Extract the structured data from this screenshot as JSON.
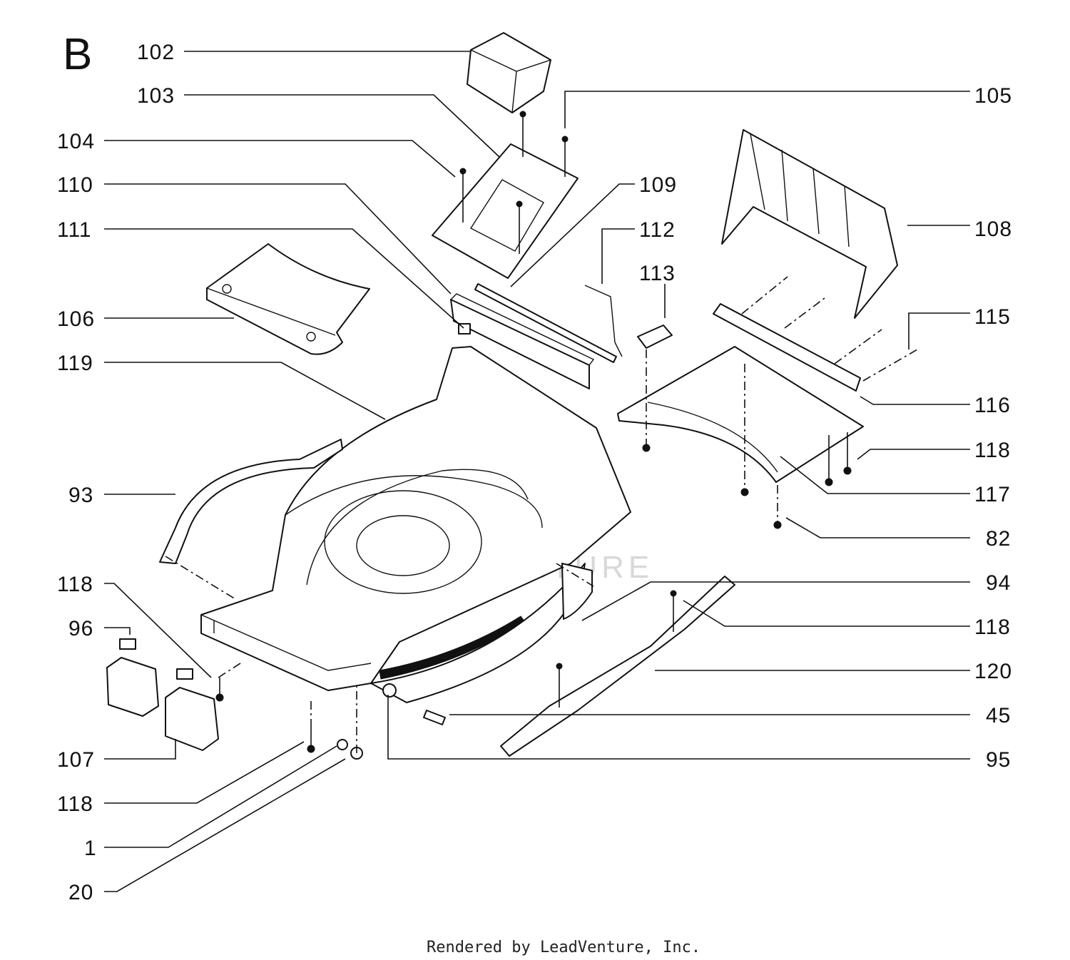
{
  "section_letter": "B",
  "watermark": "LEADVENTURE",
  "footer": "Rendered by LeadVenture, Inc.",
  "callouts": {
    "c102": "102",
    "c103": "103",
    "c104": "104",
    "c110": "110",
    "c111": "111",
    "c106": "106",
    "c119": "119",
    "c93": "93",
    "c118a": "118",
    "c96": "96",
    "c107": "107",
    "c118b": "118",
    "c1": "1",
    "c20": "20",
    "c105": "105",
    "c109": "109",
    "c112": "112",
    "c113": "113",
    "c108": "108",
    "c115": "115",
    "c116": "116",
    "c118c": "118",
    "c117": "117",
    "c82": "82",
    "c94": "94",
    "c118d": "118",
    "c120": "120",
    "c45": "45",
    "c95": "95"
  }
}
